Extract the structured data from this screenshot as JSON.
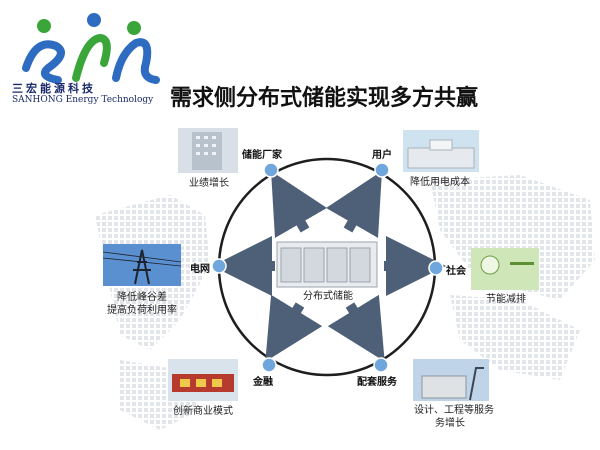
{
  "header": {
    "logo_cn": "三宏能源科技",
    "logo_en": "SANHONG Energy Technology",
    "title": "需求侧分布式储能实现多方共赢"
  },
  "center": {
    "label": "分布式储能"
  },
  "nodes": {
    "producer": {
      "label": "储能厂家",
      "caption": "业绩增长"
    },
    "user": {
      "label": "用户",
      "caption": "降低用电成本"
    },
    "grid": {
      "label": "电网",
      "caption_line1": "降低峰谷差",
      "caption_line2": "提高负荷利用率"
    },
    "society": {
      "label": "社会",
      "caption": "节能减排"
    },
    "finance": {
      "label": "金融",
      "caption": "创新商业模式"
    },
    "services": {
      "label": "配套服务",
      "caption_line1": "设计、工程等服务",
      "caption_line2": "务增长"
    }
  },
  "colors": {
    "circle": "#1e1e1e",
    "node": "#6fa6dc",
    "arrow": "#4d6078",
    "brand": "#1a2a6b",
    "logo_green": "#3aa63a",
    "logo_blue": "#2d6cc0"
  }
}
